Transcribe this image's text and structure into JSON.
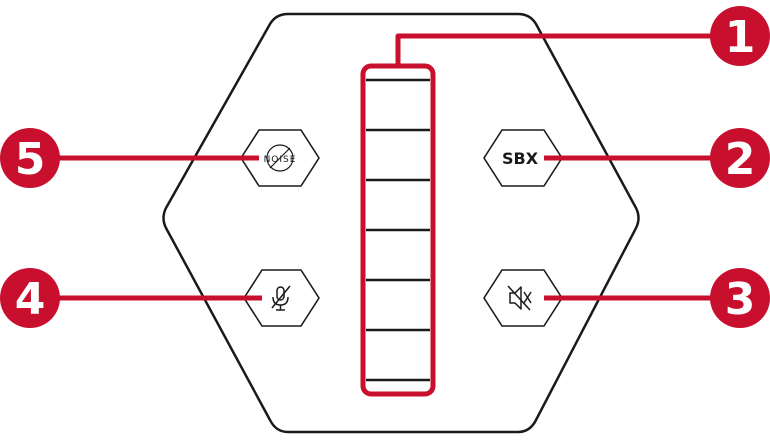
{
  "colors": {
    "accent": "#c8102e",
    "outline": "#1a1a1a",
    "background": "#ffffff"
  },
  "device": {
    "level_meter": {
      "segments": 7
    },
    "buttons": [
      {
        "id": "noise",
        "label": "NOISE",
        "icon": "noise-cancel-icon"
      },
      {
        "id": "sbx",
        "label": "SBX",
        "icon": "sbx-text-icon"
      },
      {
        "id": "mic-mute",
        "label": "",
        "icon": "mic-mute-icon"
      },
      {
        "id": "speaker-mute",
        "label": "",
        "icon": "speaker-mute-icon"
      }
    ]
  },
  "callouts": [
    {
      "number": "1",
      "target": "level-meter"
    },
    {
      "number": "2",
      "target": "sbx-button"
    },
    {
      "number": "3",
      "target": "speaker-mute-button"
    },
    {
      "number": "4",
      "target": "mic-mute-button"
    },
    {
      "number": "5",
      "target": "noise-button"
    }
  ]
}
